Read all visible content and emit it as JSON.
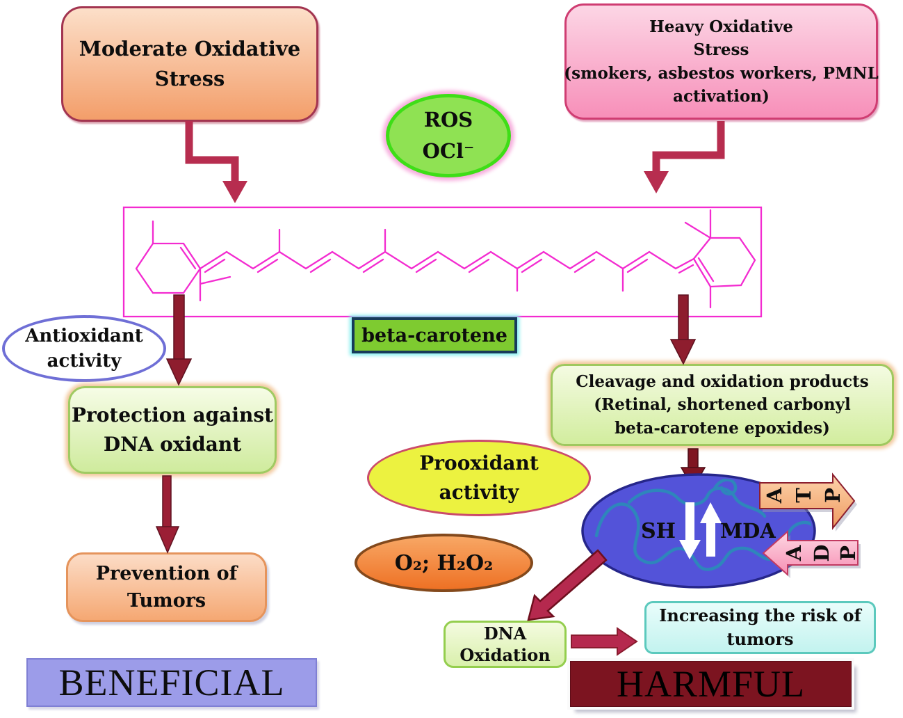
{
  "nodes": {
    "moderate": {
      "lines": [
        "Moderate Oxidative",
        "Stress"
      ]
    },
    "heavy": {
      "lines": [
        "Heavy Oxidative",
        "Stress",
        "(smokers, asbestos workers, PMNL",
        "activation)"
      ]
    },
    "ros": {
      "lines": [
        "ROS",
        "OCl⁻"
      ]
    },
    "beta_label": "beta-carotene",
    "antioxidant": {
      "lines": [
        "Antioxidant",
        "activity"
      ]
    },
    "protection": {
      "lines": [
        "Protection against",
        "DNA oxidant"
      ]
    },
    "prevention": {
      "lines": [
        "Prevention of",
        "Tumors"
      ]
    },
    "beneficial": "BENEFICIAL",
    "cleavage": {
      "lines": [
        "Cleavage and oxidation products",
        "(Retinal, shortened carbonyl",
        "beta-carotene epoxides)"
      ]
    },
    "prooxidant": {
      "lines": [
        "Prooxidant",
        "activity"
      ]
    },
    "oxygen": "O₂; H₂O₂",
    "mitochondrion": {
      "sh": "SH",
      "mda": "MDA"
    },
    "atp": {
      "letters": [
        "A",
        "T",
        "P"
      ]
    },
    "adp": {
      "letters": [
        "A",
        "D",
        "P"
      ]
    },
    "dna_oxidation": {
      "lines": [
        "DNA",
        "Oxidation"
      ]
    },
    "increasing": {
      "lines": [
        "Increasing the risk of",
        "tumors"
      ]
    },
    "harmful": "HARMFUL"
  },
  "icons": {
    "mito_sh_arrow": "white-down-arrow",
    "mito_mda_arrow": "white-up-arrow",
    "flow_arrows": "dark-red-arrow"
  },
  "colors": {
    "arrow_crimson": "#b5294e",
    "arrow_maroon": "#8e1d2e",
    "structure_magenta": "#f32bd0",
    "mitochondrion_blue": "#5353d9",
    "harmful_maroon": "#7c1420",
    "beneficial_purple": "#9c9ce9",
    "beta_label_green": "#7ecb30",
    "ros_green": "#8fe253"
  }
}
